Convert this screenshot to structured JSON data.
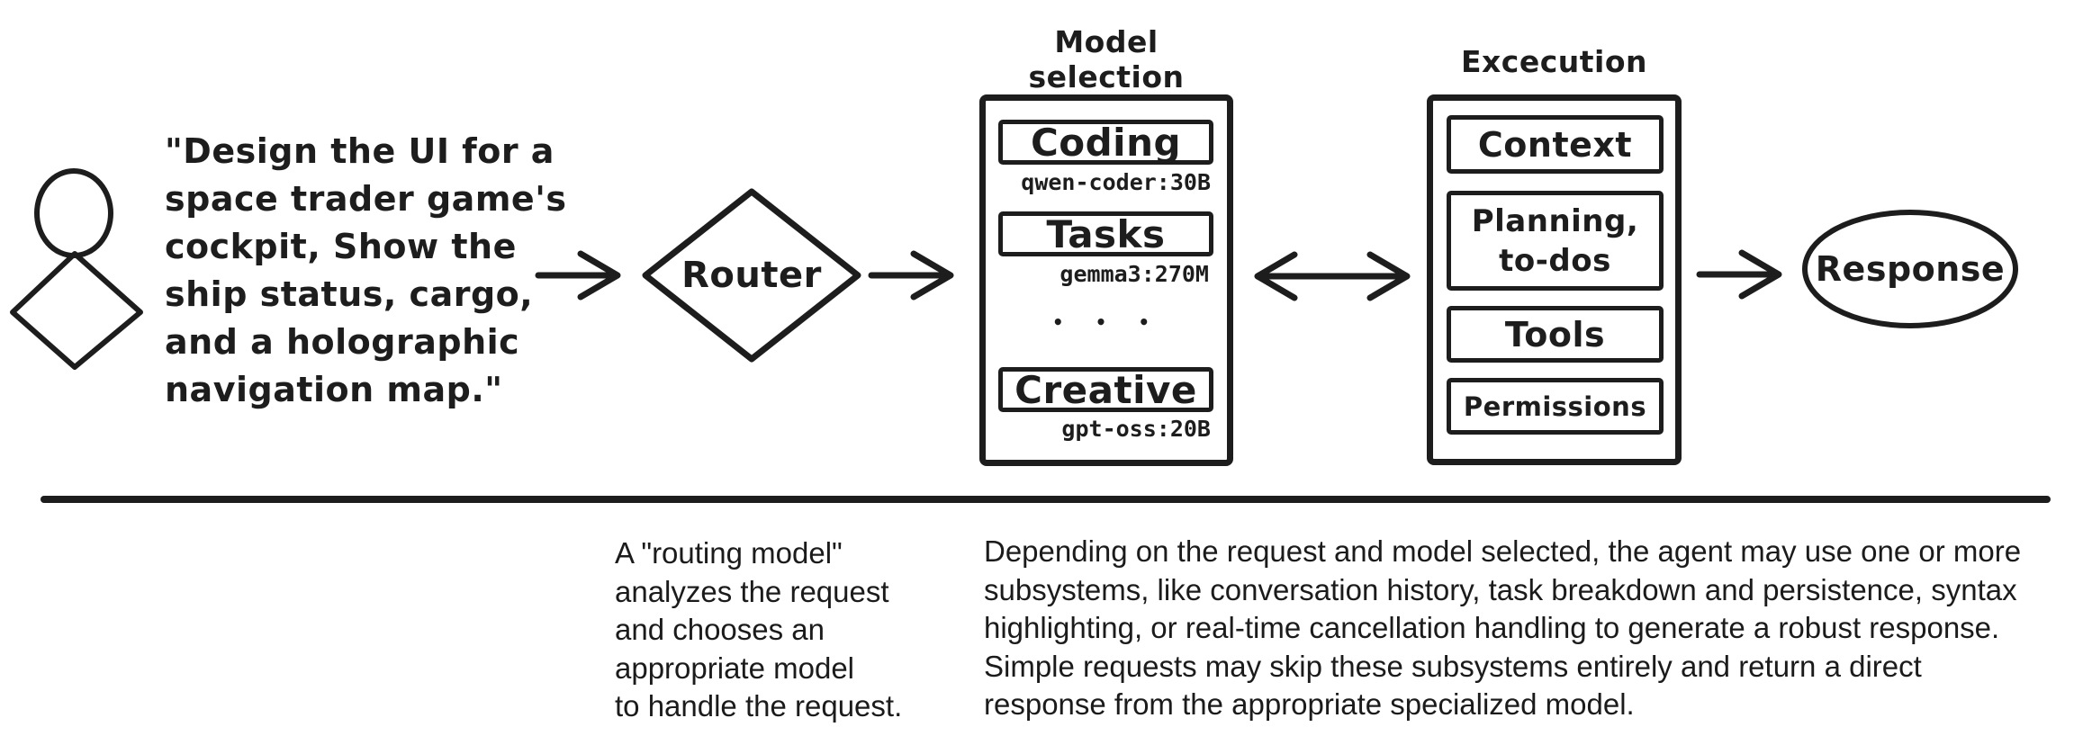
{
  "colors": {
    "ink": "#1d1d1d",
    "background": "#ffffff"
  },
  "flow": {
    "user_quote": "\"Design the UI for a\nspace trader game's\ncockpit, Show the\nship status, cargo,\nand a holographic\nnavigation map.\"",
    "router": {
      "label": "Router"
    },
    "model_selection": {
      "title": "Model selection",
      "slots": [
        {
          "label": "Coding",
          "model": "qwen-coder:30B"
        },
        {
          "label": "Tasks",
          "model": "gemma3:270M"
        },
        {
          "label": "Creative",
          "model": "gpt-oss:20B"
        }
      ],
      "ellipsis": "•  •  •"
    },
    "execution": {
      "title": "Excecution",
      "subsystems": [
        {
          "label": "Context"
        },
        {
          "label": "Planning,\nto-dos"
        },
        {
          "label": "Tools"
        },
        {
          "label": "Permissions"
        }
      ]
    },
    "response": {
      "label": "Response"
    }
  },
  "captions": {
    "router": "A \"routing model\"\nanalyzes the request\nand chooses an\nappropriate model\nto handle the request.",
    "execution": "Depending on the request and model selected, the agent may use one or more\nsubsystems, like conversation history, task breakdown and persistence, syntax\nhighlighting, or real-time cancellation handling to generate a robust response.\nSimple requests may skip these subsystems entirely and return a direct\nresponse from the appropriate specialized model."
  }
}
